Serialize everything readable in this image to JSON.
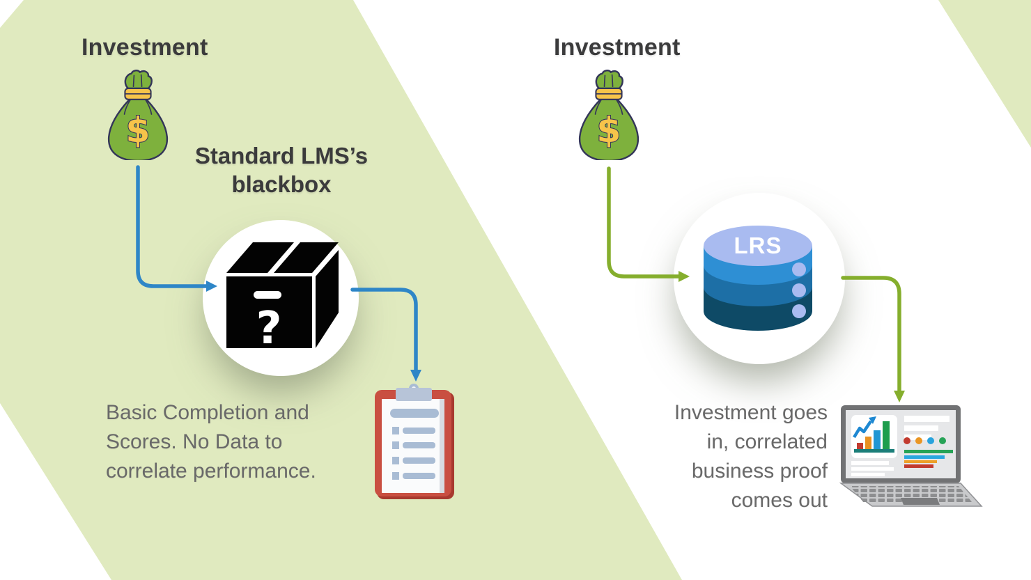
{
  "left": {
    "heading": "Investment",
    "blackbox_title_lines": [
      "Standard LMS’s",
      "blackbox"
    ],
    "box_question_mark": "?",
    "caption_lines": [
      "Basic Completion and",
      "Scores. No Data to",
      "correlate performance."
    ]
  },
  "right": {
    "heading": "Investment",
    "lrs_label": "LRS",
    "caption_lines": [
      "Investment goes",
      "in, correlated",
      "business proof",
      "comes out"
    ]
  },
  "icons": {
    "money_bag_symbol": "$",
    "money_bag": "money-bag-icon",
    "blackbox": "sealed-black-box-icon",
    "lrs_database": "database-cylinder-icon",
    "clipboard": "report-clipboard-icon",
    "laptop": "analytics-laptop-icon"
  },
  "colors": {
    "background_green": "#e0eabf",
    "arrow_blue": "#2e86c7",
    "arrow_green": "#85ae2d",
    "bag_green": "#7eb13d",
    "bag_outline": "#333559",
    "bag_gold": "#f6c44a",
    "lrs_top": "#a9bbf0",
    "lrs_band_light": "#2e8fd4",
    "lrs_band_mid": "#1d6fa6",
    "lrs_band_dark": "#0e4a66",
    "clipboard_red": "#c94f41",
    "clipboard_gray_blue": "#a9bcd4",
    "heading_text": "#3b3b3c",
    "body_text": "#696969"
  }
}
